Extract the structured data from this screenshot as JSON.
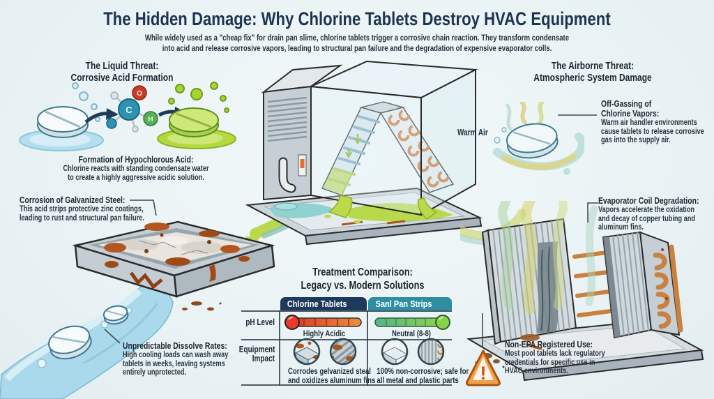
{
  "header": {
    "title": "The Hidden Damage: Why Chlorine Tablets Destroy HVAC Equipment",
    "subtitle_line1": "While widely used as a \"cheap fix\" for drain pan slime, chlorine tablets trigger a corrosive chain reaction. They transform condensate",
    "subtitle_line2": "into acid and release corrosive vapors, leading to structural pan failure and the degradation of expensive evaporator colls."
  },
  "liquid_threat": {
    "heading_line1": "The Liquid Threat:",
    "heading_line2": "Corrosive Acid Formation",
    "molecule": {
      "center_atom": "C",
      "top_atom": "O",
      "right_atom": "H"
    },
    "formation_heading": "Formation of Hypochlorous Acid:",
    "formation_body_line1": "Chlorine reacts with standing condensate water",
    "formation_body_line2": "to create a highly aggressive acidic solution.",
    "corrosion_heading": "Corrosion of Galvanized Steel:",
    "corrosion_body_line1": "This acid strips protective zinc coatings,",
    "corrosion_body_line2": "leading to rust and structural pan failure.",
    "dissolve_heading": "Unpredictable Dissolve Rates:",
    "dissolve_body_line1": "High cooling loads can wash away",
    "dissolve_body_line2": "tablets in weeks, leaving systems",
    "dissolve_body_line3": "entirely unprotected."
  },
  "hvac_unit": {
    "warm_air_label": "Warm Air"
  },
  "airborne_threat": {
    "heading_line1": "The Airborne Threat:",
    "heading_line2": "Atmospheric System Damage",
    "offgas_heading_line1": "Off-Gassing of",
    "offgas_heading_line2": "Chlorine Vapors:",
    "offgas_body_line1": "Warm air handler environments",
    "offgas_body_line2": "cause tablets to release corrosive",
    "offgas_body_line3": "gas into the supply air.",
    "coil_heading": "Evaporator Coil Degradation:",
    "coil_body_line1": "Vapors accelerate the oxidation",
    "coil_body_line2": "and decay of copper tubing and",
    "coil_body_line3": "aluminum fins.",
    "warning_symbol": "!",
    "warning_heading": "Non-EPA Registered Use:",
    "warning_body_line1": "Most pool tablets lack regulatory",
    "warning_body_line2": "credentials for specific use in",
    "warning_body_line3": "HVAC environments."
  },
  "comparison": {
    "title_line1": "Treatment Comparison:",
    "title_line2": "Legacy vs. Modern Solutions",
    "ph_row_label": "pH Level",
    "impact_row_label_line1": "Equipment",
    "impact_row_label_line2": "Impact",
    "chlorine": {
      "header": "Chlorine Tablets",
      "ph_value": "Highly Acidic",
      "impact_line1": "Corrodes gelvanized steal",
      "impact_line2": "and oxidizes aluminum fins"
    },
    "strips": {
      "header": "Sanl Pan Strips",
      "ph_value": "Neutral (8-8)",
      "impact_line1": "100% non-corrosive; safe for",
      "impact_line2": "all metal and plastic parts"
    }
  },
  "colors": {
    "chlorine_header_bg": "#1d3a5c",
    "strips_header_bg": "#2e8ea1",
    "acid_green": "#b9d84e",
    "water_blue": "#a9d8ea",
    "warning_orange": "#f2a149",
    "ph_acidic_start": "#d93426",
    "ph_acidic_end": "#e8913f",
    "ph_neutral_start": "#56b487",
    "ph_neutral_end": "#8fd14e"
  }
}
